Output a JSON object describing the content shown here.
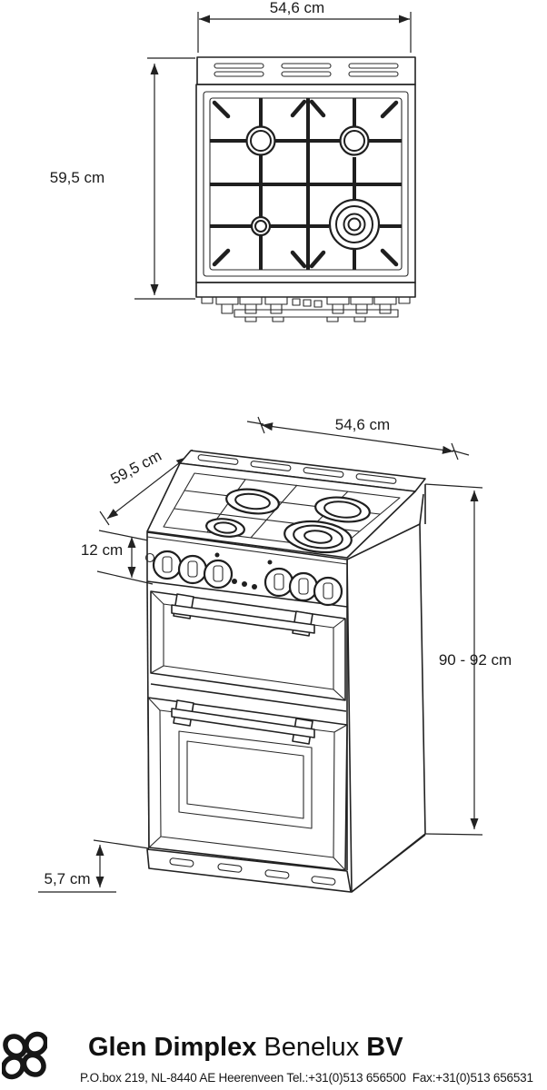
{
  "top_view": {
    "width_label": "54,6 cm",
    "depth_label": "59,5 cm"
  },
  "front_view": {
    "width_label": "54,6 cm",
    "depth_label": "59,5 cm",
    "control_panel_height_label": "12 cm",
    "overall_height_label": "90 - 92 cm",
    "plinth_height_label": "5,7 cm"
  },
  "footer": {
    "brand_primary": "Glen Dimplex",
    "brand_secondary": "Benelux",
    "brand_suffix": "BV",
    "address_line": "P.O.box 219, NL-8440 AE Heerenveen Tel.:+31(0)513 656500  Fax:+31(0)513 656531",
    "logo_icon": "celtic-knot-logo"
  }
}
